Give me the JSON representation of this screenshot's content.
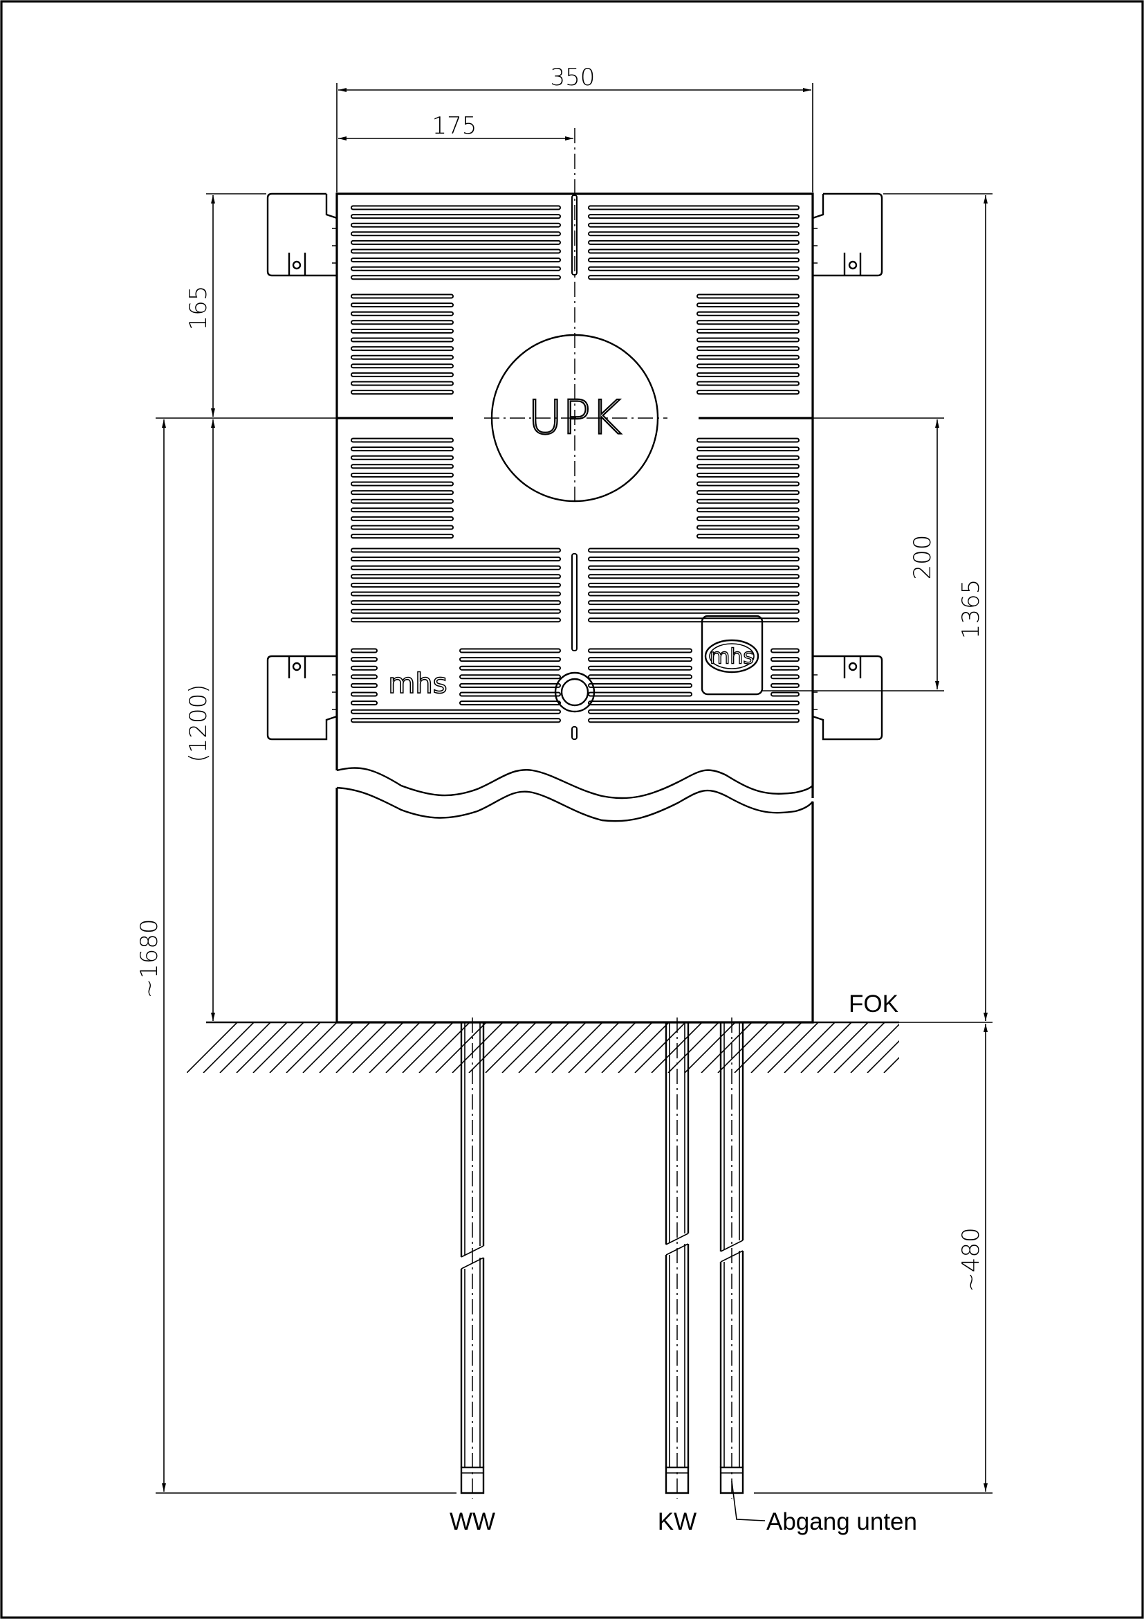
{
  "dimensions": {
    "total_width": "350",
    "half_width": "175",
    "top_section": "165",
    "box_height": "(1200)",
    "total_height": "~1680",
    "bracket_spacing": "200",
    "overall": "1365",
    "pipe_depth": "~480"
  },
  "labels": {
    "floor": "FOK",
    "hot_water": "WW",
    "cold_water": "KW",
    "outlet": "Abgang unten"
  },
  "center_label": "UPK",
  "logos": {
    "left": "mhs",
    "right": "mhs"
  }
}
